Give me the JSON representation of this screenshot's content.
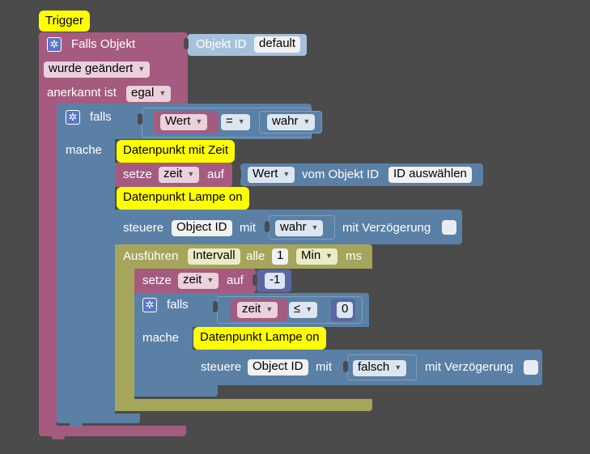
{
  "colors": {
    "event_block": "#a55b80",
    "logic_block": "#5b80a5",
    "timer_block": "#a5a55b",
    "variable_block": "#a55b80",
    "number_block": "#5b67a5",
    "comment": "#ffff00",
    "value_block": "#a6c1dc"
  },
  "trigger": {
    "comment": "Trigger",
    "title": "Falls Objekt",
    "object_id_label": "Objekt ID",
    "object_id_value": "default",
    "changed_option": "wurde geändert",
    "ack_label": "anerkannt ist",
    "ack_option": "egal"
  },
  "outer_if": {
    "if_label": "falls",
    "do_label": "mache",
    "condition": {
      "left_var": "Wert",
      "operator": "=",
      "right_value": "wahr"
    }
  },
  "set_time": {
    "comment": "Datenpunkt mit Zeit",
    "set_label": "setze",
    "variable": "zeit",
    "to_label": "auf",
    "prop": "Wert",
    "of_object_label": "vom Objekt ID",
    "object_id": "ID auswählen"
  },
  "lamp_on": {
    "comment": "Datenpunkt Lampe on",
    "control_label": "steuere",
    "object_label": "Object ID",
    "with_label": "mit",
    "value": "wahr",
    "delay_label": "mit Verzögerung"
  },
  "interval": {
    "exec_label": "Ausführen",
    "mode": "Intervall",
    "every_label": "alle",
    "amount": "1",
    "unit": "Min",
    "ms_label": "ms",
    "set_label": "setze",
    "variable": "zeit",
    "to_label": "auf",
    "decrement": "-1"
  },
  "inner_if": {
    "if_label": "falls",
    "do_label": "mache",
    "condition": {
      "left_var": "zeit",
      "operator": "≤",
      "right_value": "0"
    }
  },
  "lamp_off": {
    "comment": "Datenpunkt Lampe on",
    "control_label": "steuere",
    "object_label": "Object ID",
    "with_label": "mit",
    "value": "falsch",
    "delay_label": "mit Verzögerung"
  },
  "icons": {
    "gear": "gear-icon",
    "dropdown": "chevron-down-icon"
  }
}
